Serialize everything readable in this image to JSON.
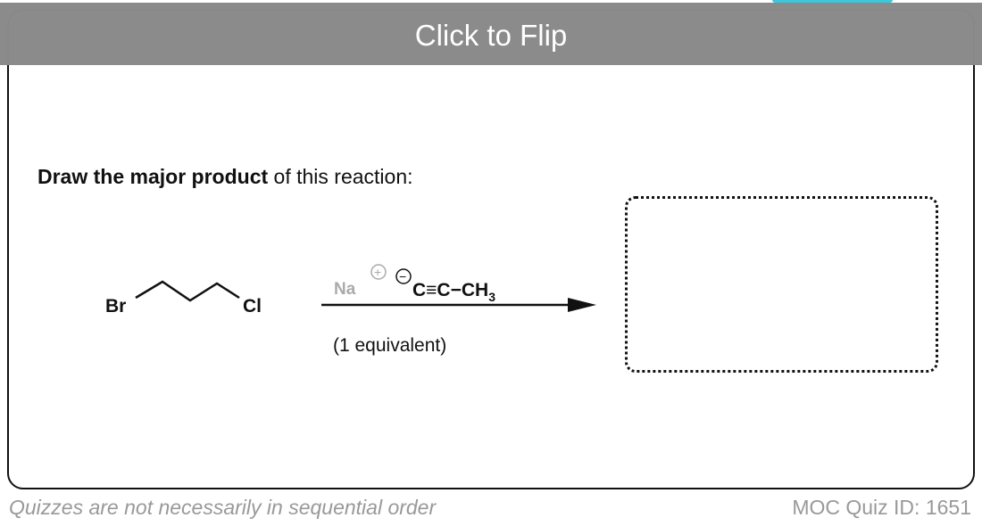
{
  "flip_bar": {
    "label": "Click to Flip"
  },
  "question": {
    "bold": "Draw the major product",
    "rest": " of this reaction:"
  },
  "reaction": {
    "reactant_left": "Br",
    "reactant_right": "Cl",
    "cation": "Na",
    "cation_charge": "+",
    "anion_charge": "−",
    "reagent": "C≡C−CH",
    "reagent_sub": "3",
    "condition": "(1 equivalent)"
  },
  "footer": {
    "left": "Quizzes are not necessarily in sequential order",
    "right": "MOC Quiz ID: 1651"
  }
}
